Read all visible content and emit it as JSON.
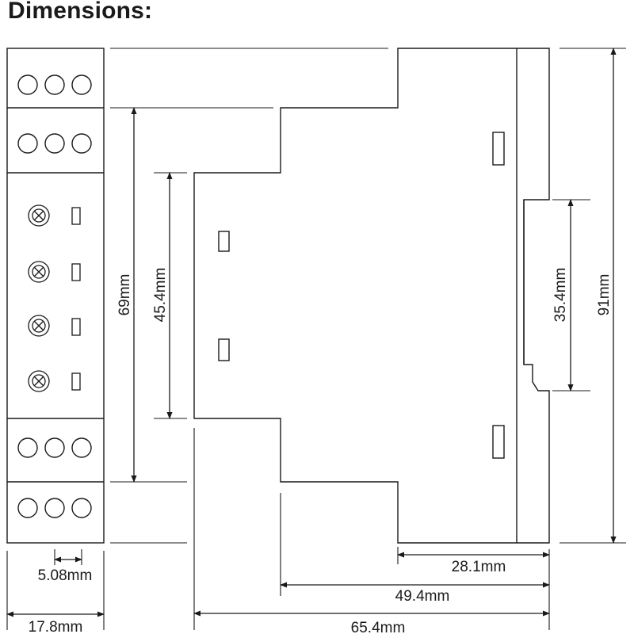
{
  "title": "Dimensions:",
  "dimensions": {
    "terminal_pitch": "5.08mm",
    "front_width": "17.8mm",
    "front_cover_height": "69mm",
    "front_window_height": "45.4mm",
    "rail_height": "35.4mm",
    "total_height": "91mm",
    "depth_rear": "28.1mm",
    "depth_mid": "49.4mm",
    "depth_total": "65.4mm"
  },
  "colors": {
    "stroke": "#1a1a1a",
    "background": "#ffffff"
  },
  "icons": {
    "terminal_screw": "terminal-screw-icon",
    "led_indicator": "led-indicator-icon",
    "potentiometer": "potentiometer-knob-icon"
  }
}
